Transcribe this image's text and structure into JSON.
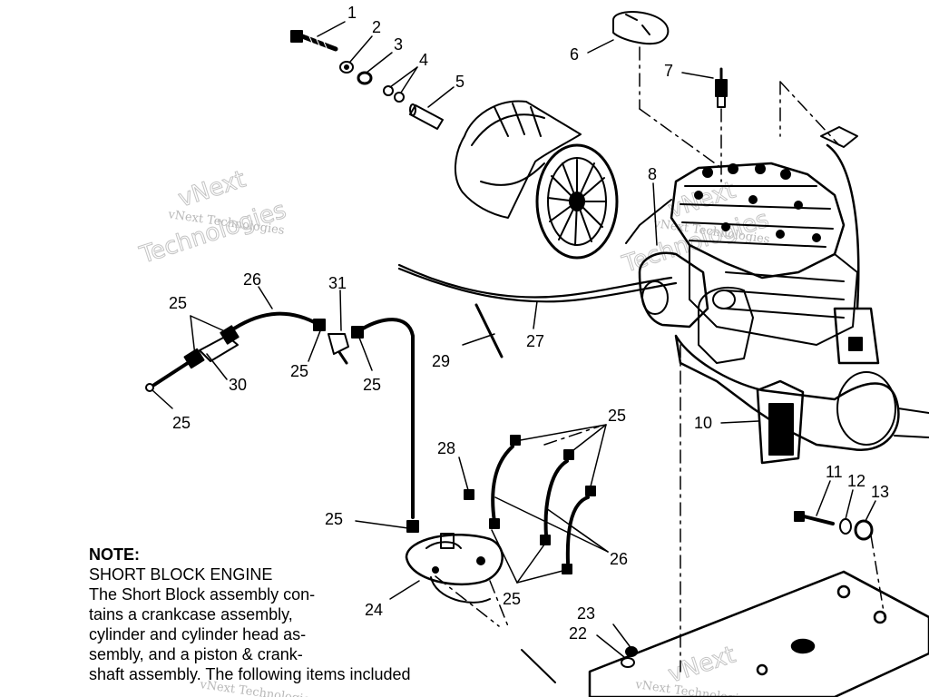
{
  "callouts": {
    "c1": "1",
    "c2": "2",
    "c3": "3",
    "c4": "4",
    "c5": "5",
    "c6": "6",
    "c7": "7",
    "c8": "8",
    "c10": "10",
    "c11": "11",
    "c12": "12",
    "c13": "13",
    "c22": "22",
    "c23": "23",
    "c24": "24",
    "c25": "25",
    "c26": "26",
    "c27": "27",
    "c28": "28",
    "c29": "29",
    "c30": "30",
    "c31": "31"
  },
  "note": {
    "heading": "NOTE:",
    "subheading": "SHORT BLOCK ENGINE",
    "lines": [
      "The Short Block assembly con-",
      "tains a crankcase assembly,",
      "cylinder and cylinder head as-",
      "sembly, and a piston & crank-",
      "shaft assembly.  The following items included"
    ]
  },
  "watermark": {
    "small": "vNext Technologies",
    "brand": "vNext",
    "brand2": "Technologies"
  }
}
